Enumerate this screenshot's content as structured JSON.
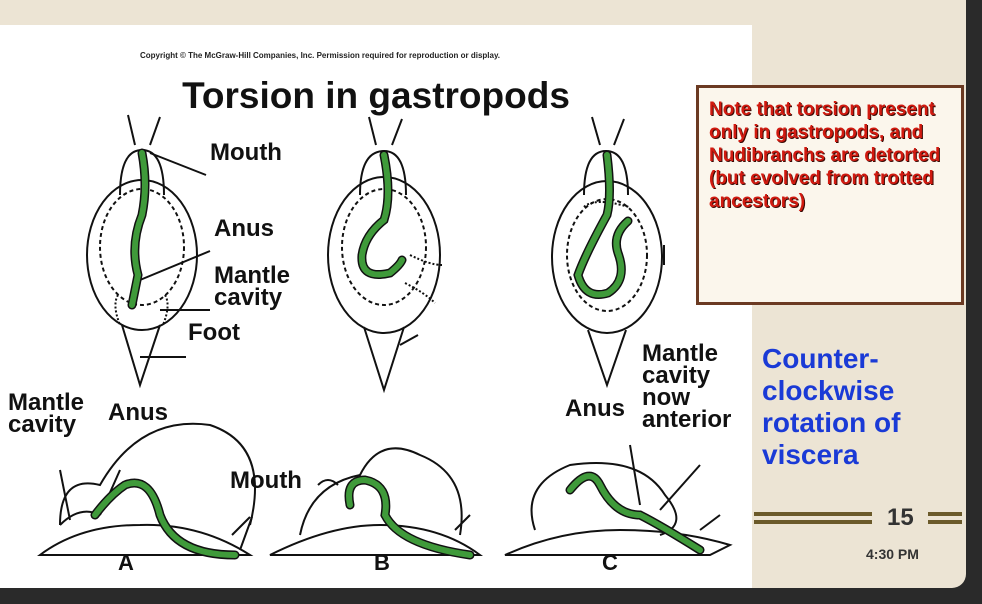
{
  "figure": {
    "copyright": "Copyright © The McGraw-Hill Companies, Inc. Permission required for reproduction or display.",
    "title": "Torsion in gastropods",
    "labels": {
      "mouth_top": "Mouth",
      "anus_top": "Anus",
      "mantle_cavity_top": "Mantle\ncavity",
      "foot": "Foot",
      "mantle_cavity_side": "Mantle\ncavity",
      "anus_side_a": "Anus",
      "mouth_side": "Mouth",
      "anus_side_c": "Anus",
      "mantle_cavity_now_anterior": "Mantle\ncavity\nnow\nanterior"
    },
    "panels": [
      "A",
      "B",
      "C"
    ]
  },
  "note": {
    "text": "Note that torsion present only in gastropods, and Nudibranchs are detorted (but evolved from trotted ancestors)"
  },
  "rotation_caption": "Counter-clockwise rotation of viscera",
  "slide_number": "15",
  "time": "4:30 PM",
  "colors": {
    "gut": "#3f9a3a",
    "note_text": "#d11a10",
    "caption": "#1a3ad6",
    "slide_bg": "#ece4d4"
  }
}
